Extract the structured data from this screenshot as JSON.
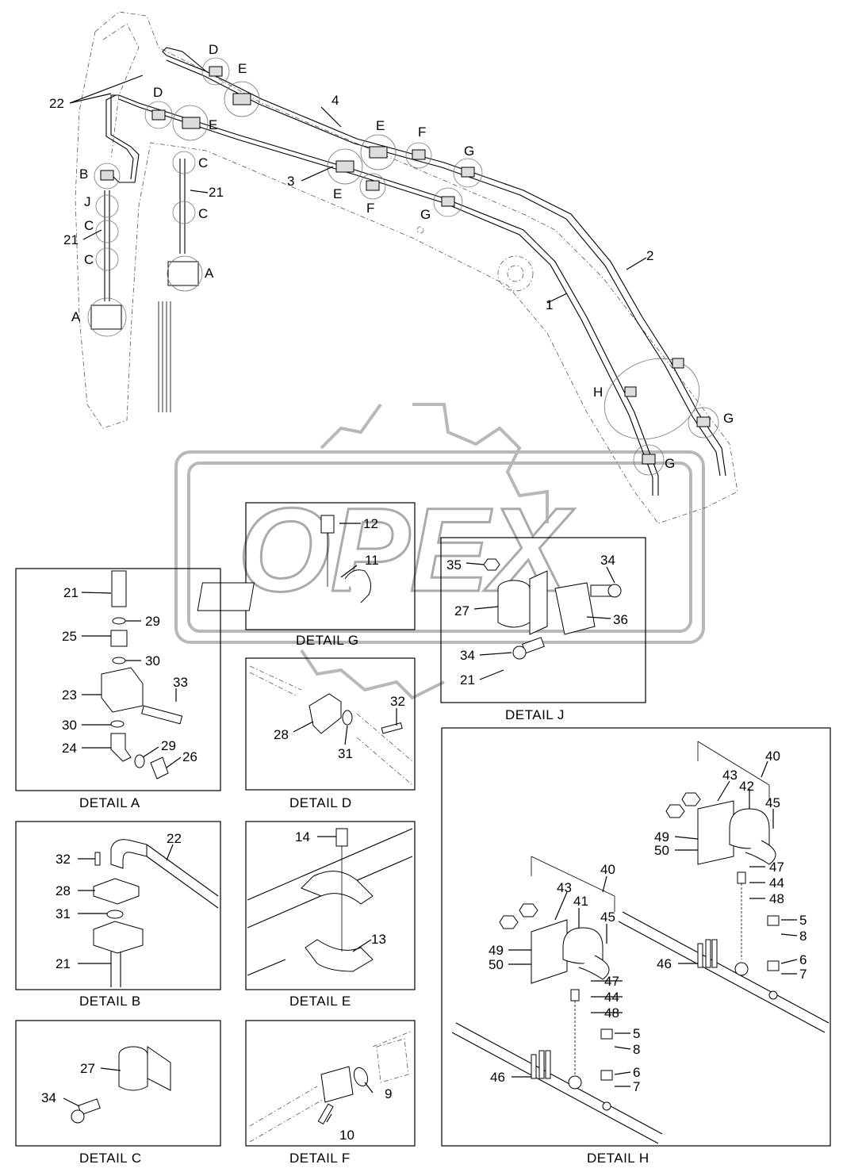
{
  "watermark": "OPEX",
  "main_view": {
    "labels": [
      "22",
      "D",
      "E",
      "D",
      "E",
      "4",
      "E",
      "F",
      "G",
      "B",
      "C",
      "21",
      "C",
      "J",
      "C",
      "21",
      "C",
      "3",
      "E",
      "F",
      "G",
      "A",
      "A",
      "2",
      "1",
      "H",
      "G",
      "G"
    ]
  },
  "details": {
    "A": {
      "caption": "DETAIL  A",
      "labels": [
        "21",
        "29",
        "25",
        "30",
        "23",
        "33",
        "30",
        "24",
        "29",
        "26"
      ]
    },
    "B": {
      "caption": "DETAIL  B",
      "labels": [
        "22",
        "32",
        "28",
        "31",
        "21"
      ]
    },
    "C": {
      "caption": "DETAIL  C",
      "labels": [
        "27",
        "34"
      ]
    },
    "D": {
      "caption": "DETAIL  D",
      "labels": [
        "32",
        "28",
        "31"
      ]
    },
    "E": {
      "caption": "DETAIL  E",
      "labels": [
        "14",
        "13"
      ]
    },
    "F": {
      "caption": "DETAIL  F",
      "labels": [
        "9",
        "10"
      ]
    },
    "G": {
      "caption": "DETAIL  G",
      "labels": [
        "12",
        "11"
      ]
    },
    "J": {
      "caption": "DETAIL  J",
      "labels": [
        "35",
        "34",
        "27",
        "36",
        "34",
        "21"
      ]
    },
    "H": {
      "caption": "DETAIL  H",
      "labels": [
        "40",
        "43",
        "42",
        "45",
        "49",
        "50",
        "47",
        "44",
        "48",
        "5",
        "8",
        "6",
        "7",
        "46",
        "40",
        "43",
        "41",
        "45",
        "49",
        "50",
        "47",
        "44",
        "48",
        "5",
        "8",
        "6",
        "7",
        "46"
      ]
    }
  }
}
